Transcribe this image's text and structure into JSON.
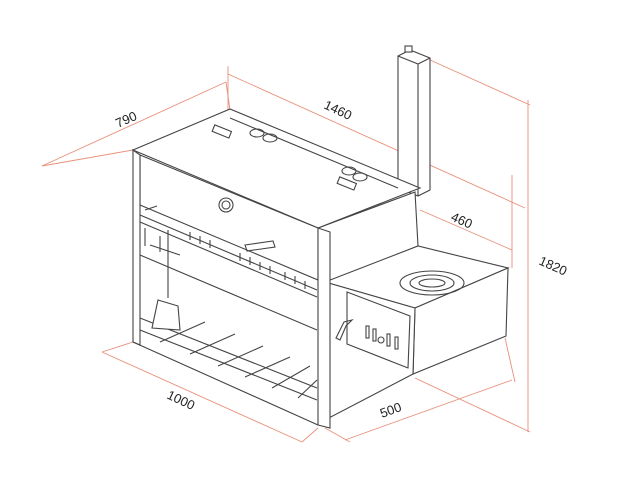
{
  "dimensions": {
    "depth_main": "790",
    "total_width": "1460",
    "firebox_depth": "460",
    "total_height": "1820",
    "front_width": "1000",
    "firebox_width": "500"
  },
  "colors": {
    "dimension_line": "#e8907a",
    "outline": "#444444"
  }
}
